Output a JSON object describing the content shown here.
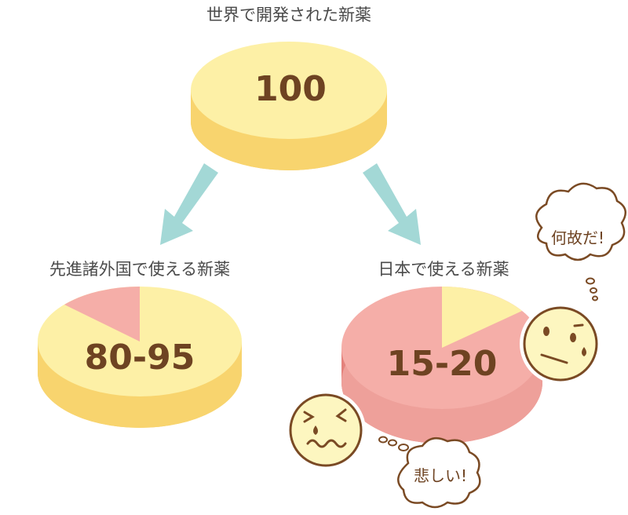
{
  "top": {
    "label": "世界で開発された新薬",
    "value": "100"
  },
  "left": {
    "label": "先進諸外国で使える新薬",
    "value": "80-95",
    "available_share_percent": 87
  },
  "right": {
    "label": "日本で使える新薬",
    "value": "15-20",
    "available_share_percent": 17
  },
  "bubbles": {
    "why": "何故だ!",
    "sad": "悲しい!"
  },
  "colors": {
    "yellow_top": "#fdf0a6",
    "yellow_side": "#f8d46e",
    "pink_top": "#f5aea8",
    "pink_side": "#e4827c",
    "arrow": "#a3d8d6",
    "number_text": "#6e4322",
    "face": "#fdf6c0"
  }
}
